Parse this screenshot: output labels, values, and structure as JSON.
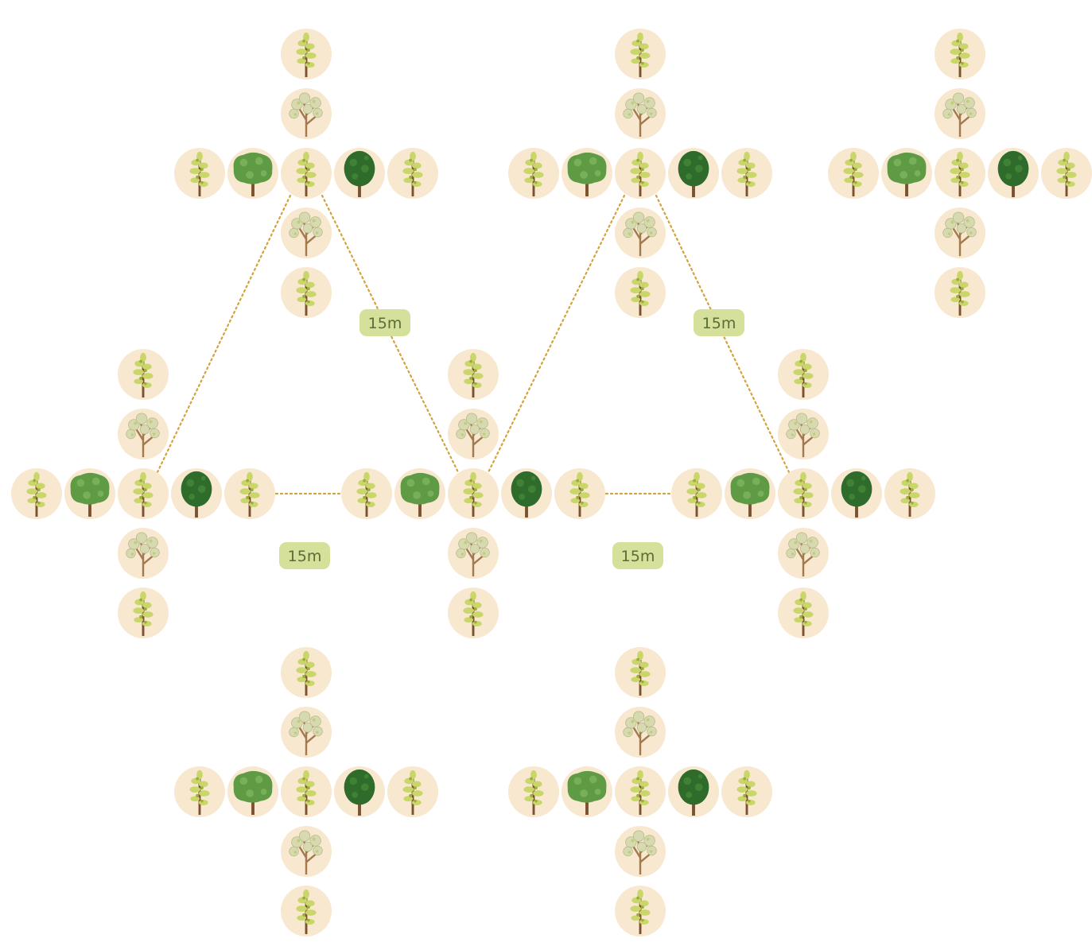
{
  "diagram": {
    "spacing_label": "15m",
    "colors": {
      "circle_fill": "#f8e8d0",
      "dotted_line": "#d4a23c",
      "label_bg": "#d5e19a",
      "label_text": "#5b6b3a",
      "trunk": "#7a5230",
      "trunk_light": "#a27a4e",
      "foliage_young": "#c9d66a",
      "foliage_young_dark": "#9cae3a",
      "foliage_sparse": "#d7d9b0",
      "foliage_medium": "#5f9a45",
      "foliage_dark": "#2f6b2a"
    },
    "cluster_pattern": {
      "arm_up": [
        "young-tree-icon",
        "sparse-tree-icon"
      ],
      "row": [
        "young-tree-icon",
        "medium-tree-icon",
        "young-tree-icon",
        "dark-tree-icon",
        "young-tree-icon"
      ],
      "arm_down": [
        "sparse-tree-icon",
        "young-tree-icon"
      ]
    },
    "clusters": [
      {
        "name": "cluster-top-left"
      },
      {
        "name": "cluster-top-middle"
      },
      {
        "name": "cluster-top-right"
      },
      {
        "name": "cluster-middle-left"
      },
      {
        "name": "cluster-middle-center"
      },
      {
        "name": "cluster-middle-right"
      },
      {
        "name": "cluster-bottom-left"
      },
      {
        "name": "cluster-bottom-middle"
      }
    ],
    "labels": [
      "15m",
      "15m",
      "15m",
      "15m"
    ]
  }
}
